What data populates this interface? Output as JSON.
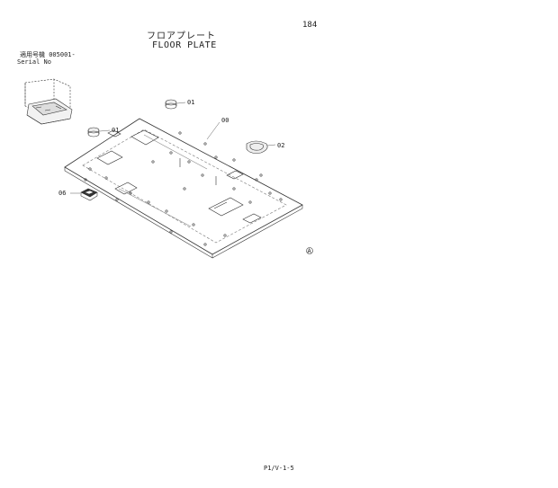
{
  "page": {
    "number": "184",
    "title_jp": "フロアプレート",
    "title_en": "FLOOR PLATE",
    "serial_jp": "適用号機  005001-",
    "serial_en": "Serial No",
    "footer_code": "P1/V-1-5"
  },
  "callouts": {
    "plate": "00",
    "rubber_plug_top": "01",
    "rubber_plug_left": "01",
    "grommet": "02",
    "cover": "06",
    "mark": "A"
  }
}
